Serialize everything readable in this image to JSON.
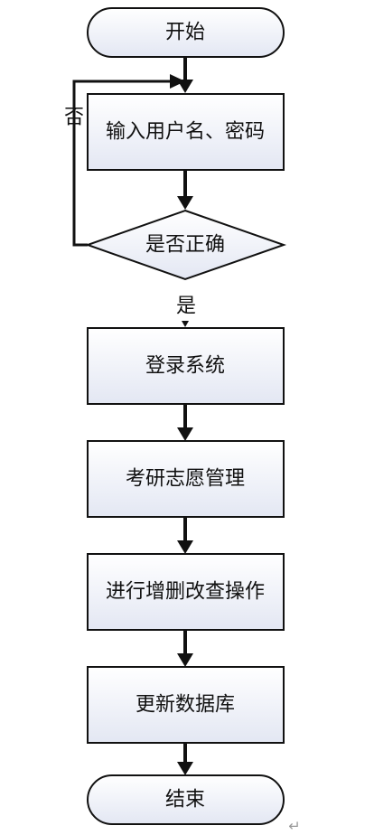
{
  "diagram": {
    "start_label": "开始",
    "input_label": "输入用户名、密码",
    "decision_label": "是否正确",
    "no_label": "否",
    "yes_label": "是",
    "login_label": "登录系统",
    "manage_label": "考研志愿管理",
    "crud_label": "进行增删改查操作",
    "update_label": "更新数据库",
    "end_label": "结束",
    "paragraph_mark": "↵"
  },
  "colors": {
    "fill_light": "#ffffff",
    "fill_dark": "#e3e7f3",
    "stroke": "#111111"
  }
}
